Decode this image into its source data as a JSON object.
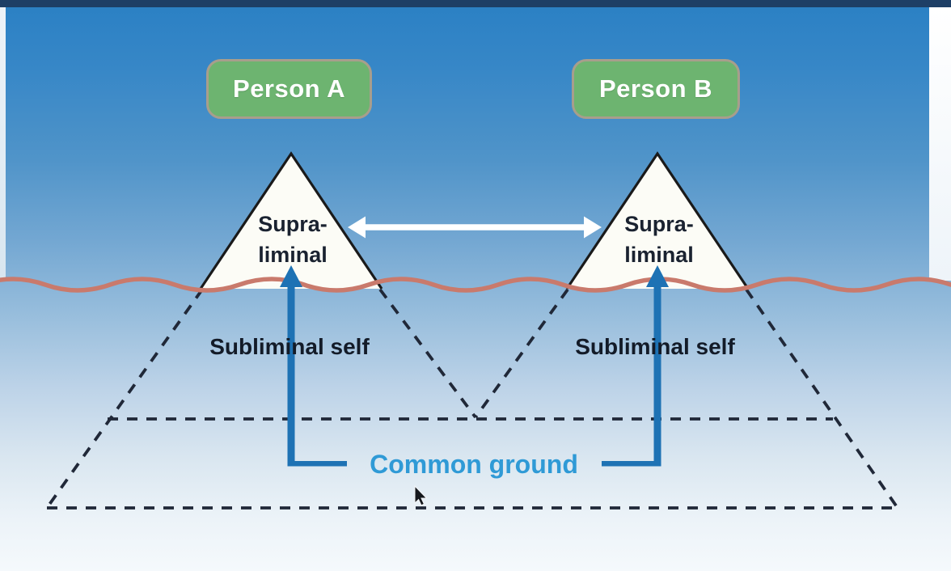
{
  "badges": {
    "person_a": "Person A",
    "person_b": "Person B"
  },
  "icebergs": {
    "left": {
      "tip_line1": "Supra-",
      "tip_line2": "liminal",
      "below_label": "Subliminal self"
    },
    "right": {
      "tip_line1": "Supra-",
      "tip_line2": "liminal",
      "below_label": "Subliminal self"
    }
  },
  "common_ground": {
    "label": "Common ground"
  },
  "icons": {
    "bidirectional_arrow": "white horizontal double-headed arrow between tips",
    "up_arrow_left": "blue arrow from common-ground bracket to left tip",
    "up_arrow_right": "blue arrow from common-ground bracket to right tip",
    "mouse_cursor": "black arrow pointer"
  },
  "colors": {
    "sky_top": "#2a80c4",
    "sky_bottom": "#f5f9fc",
    "letterbox_bar": "#1e3f66",
    "badge_fill": "#6db470",
    "badge_border": "#a89e8c",
    "badge_text": "#ffffff",
    "iceberg_fill": "#fcfcf6",
    "iceberg_stroke": "#1a1a1a",
    "wave": "#c97a6c",
    "arrow_blue": "#1e72b4",
    "white_arrow": "#ffffff",
    "dashed_line": "#202838",
    "dark_text": "#1a2230",
    "common_ground_text": "#2f9ad6"
  }
}
